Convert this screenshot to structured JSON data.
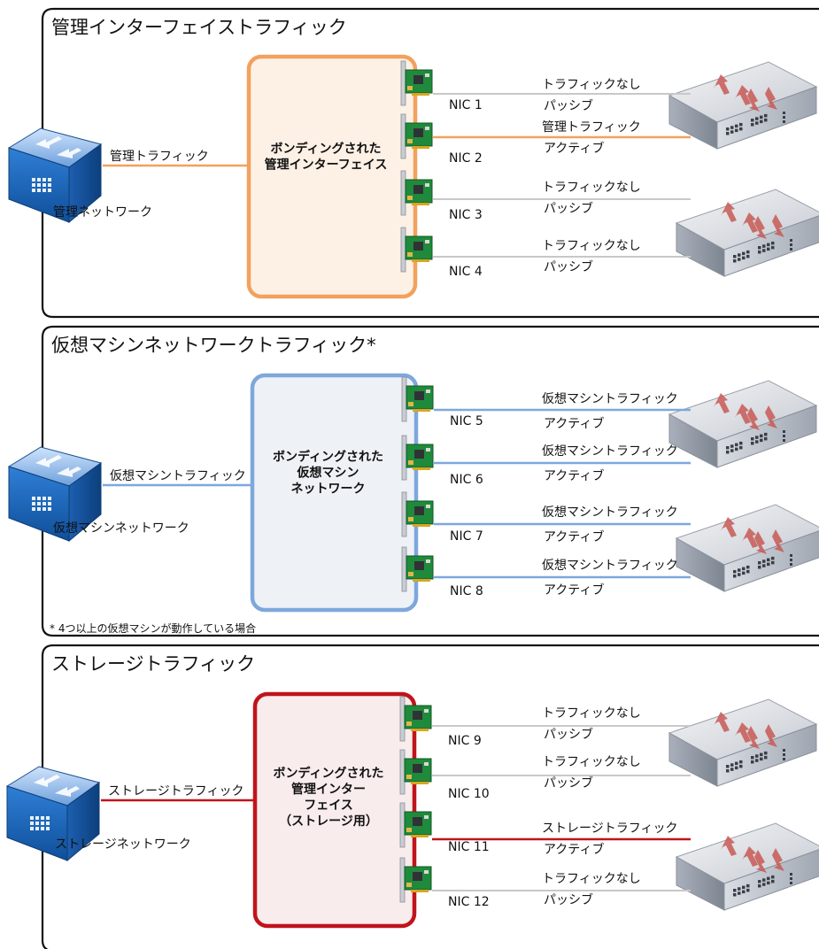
{
  "colors": {
    "management": "#f2a15e",
    "management_fill": "#fdf1e6",
    "vm": "#7ea7dc",
    "vm_fill": "#eef2f7",
    "storage": "#c0141b",
    "storage_fill": "#f8ecec",
    "passive_line": "#c8c8c8",
    "frame": "#111111"
  },
  "icons": [
    "network-switch-icon",
    "physical-switch-icon",
    "nic-card-icon"
  ],
  "sections": [
    {
      "title": "管理インターフェイストラフィック",
      "color_key": "management",
      "network_label": "管理ネットワーク",
      "traffic_label": "管理トラフィック",
      "bond_lines": [
        "ボンディングされた",
        "管理インターフェイス"
      ],
      "footnote": "",
      "nics": [
        {
          "name": "NIC 1",
          "traffic": "トラフィックなし",
          "mode": "パッシブ",
          "active": false
        },
        {
          "name": "NIC 2",
          "traffic": "管理トラフィック",
          "mode": "アクティブ",
          "active": true
        },
        {
          "name": "NIC 3",
          "traffic": "トラフィックなし",
          "mode": "パッシブ",
          "active": false
        },
        {
          "name": "NIC 4",
          "traffic": "トラフィックなし",
          "mode": "パッシブ",
          "active": false
        }
      ]
    },
    {
      "title": "仮想マシンネットワークトラフィック*",
      "color_key": "vm",
      "network_label": "仮想マシンネットワーク",
      "traffic_label": "仮想マシントラフィック",
      "bond_lines": [
        "ボンディングされた",
        "仮想マシン",
        "ネットワーク"
      ],
      "footnote": "* 4つ以上の仮想マシンが動作している場合",
      "nics": [
        {
          "name": "NIC 5",
          "traffic": "仮想マシントラフィック",
          "mode": "アクティブ",
          "active": true
        },
        {
          "name": "NIC 6",
          "traffic": "仮想マシントラフィック",
          "mode": "アクティブ",
          "active": true
        },
        {
          "name": "NIC 7",
          "traffic": "仮想マシントラフィック",
          "mode": "アクティブ",
          "active": true
        },
        {
          "name": "NIC 8",
          "traffic": "仮想マシントラフィック",
          "mode": "アクティブ",
          "active": true
        }
      ]
    },
    {
      "title": "ストレージトラフィック",
      "color_key": "storage",
      "network_label": "ストレージネットワーク",
      "traffic_label": "ストレージトラフィック",
      "bond_lines": [
        "ボンディングされた",
        "管理インター",
        "フェイス",
        "（ストレージ用）"
      ],
      "footnote": "",
      "nics": [
        {
          "name": "NIC 9",
          "traffic": "トラフィックなし",
          "mode": "パッシブ",
          "active": false
        },
        {
          "name": "NIC 10",
          "traffic": "トラフィックなし",
          "mode": "パッシブ",
          "active": false
        },
        {
          "name": "NIC 11",
          "traffic": "ストレージトラフィック",
          "mode": "アクティブ",
          "active": true
        },
        {
          "name": "NIC 12",
          "traffic": "トラフィックなし",
          "mode": "パッシブ",
          "active": false
        }
      ]
    }
  ]
}
